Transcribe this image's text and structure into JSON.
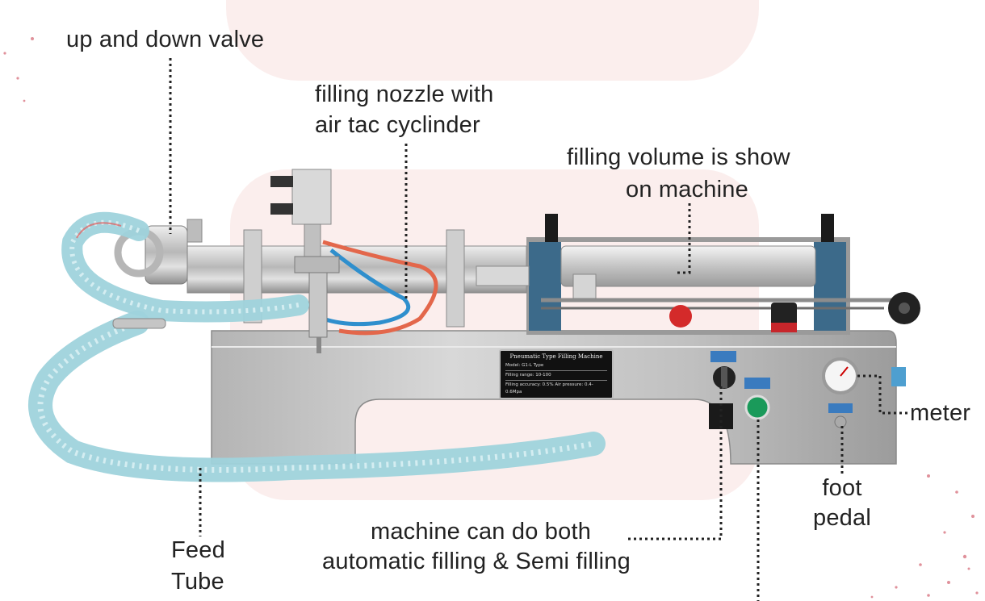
{
  "annotations": {
    "valve": "up and down valve",
    "nozzle_line1": "filling nozzle with",
    "nozzle_line2": "air tac cyclinder",
    "volume_line1": "filling volume is show",
    "volume_line2": "on machine",
    "meter": "meter",
    "foot_line1": "foot",
    "foot_line2": "pedal",
    "mode_line1": "machine can do both",
    "mode_line2": "automatic filling & Semi filling",
    "feed_line1": "Feed",
    "feed_line2": "Tube"
  },
  "nameplate": {
    "title": "Pneumatic Type Filling Machine",
    "row1": "Model: G1-L   Type",
    "row2": "Filling range:   10-100",
    "row3": "Filling accuracy: 0.5%   Air pressure: 0.4-0.6Mpa"
  },
  "colors": {
    "leader": "#222222",
    "background_accent": "#fbeeed",
    "tube": "#9fd3dc",
    "steel": "#c9c9c9",
    "button_green": "#1a9a5a",
    "button_red": "#d42a2a"
  }
}
